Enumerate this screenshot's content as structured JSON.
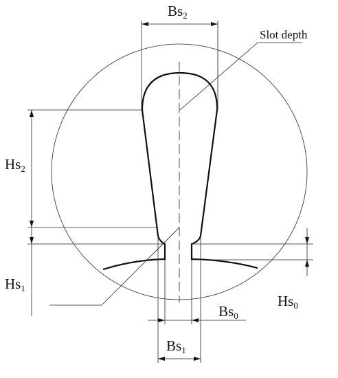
{
  "labels": {
    "slot_depth": "Slot depth",
    "bs2_main": "Bs",
    "bs2_sub": "2",
    "hs2_main": "Hs",
    "hs2_sub": "2",
    "hs1_main": "Hs",
    "hs1_sub": "1",
    "hs0_main": "Hs",
    "hs0_sub": "0",
    "bs0_main": "Bs",
    "bs0_sub": "0",
    "bs1_main": "Bs",
    "bs1_sub": "1"
  }
}
